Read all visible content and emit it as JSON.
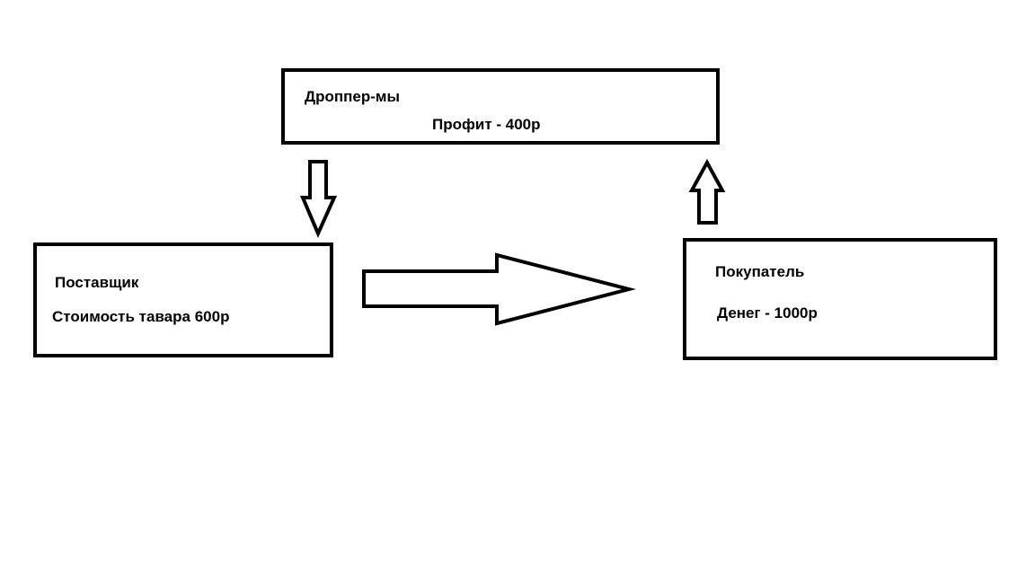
{
  "dropper": {
    "title": "Дроппер-мы",
    "profit": "Профит - 400р"
  },
  "supplier": {
    "title": "Поставщик",
    "cost": "Стоимость тавара 600р"
  },
  "buyer": {
    "title": "Покупатель",
    "money": "Денег - 1000р"
  },
  "colors": {
    "stroke": "#000000",
    "background": "#ffffff"
  },
  "arrows": [
    {
      "from": "dropper",
      "to": "supplier",
      "direction": "down"
    },
    {
      "from": "supplier",
      "to": "buyer",
      "direction": "right"
    },
    {
      "from": "buyer",
      "to": "dropper",
      "direction": "up"
    }
  ]
}
